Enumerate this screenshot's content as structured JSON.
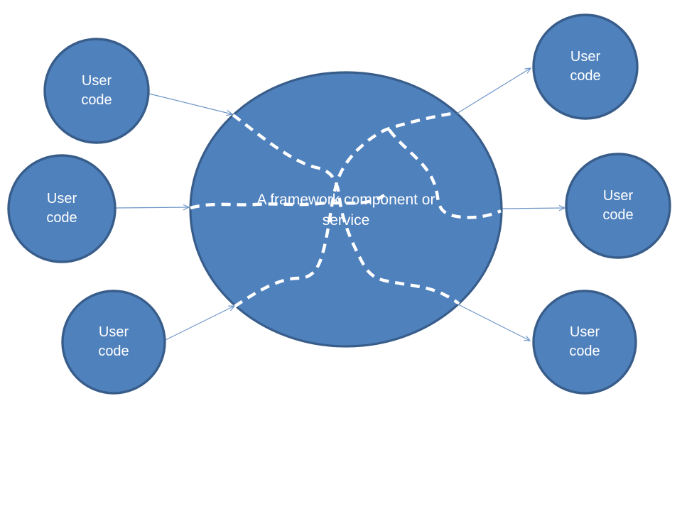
{
  "diagram": {
    "center_node": {
      "label": "A framework component or service"
    },
    "user_nodes": [
      {
        "id": "top-left",
        "label": "User code"
      },
      {
        "id": "middle-left",
        "label": "User code"
      },
      {
        "id": "bottom-left",
        "label": "User code"
      },
      {
        "id": "top-right",
        "label": "User code"
      },
      {
        "id": "middle-right",
        "label": "User code"
      },
      {
        "id": "bottom-right",
        "label": "User code"
      }
    ],
    "colors": {
      "node_fill": "#4f81bd",
      "node_border": "#385d8a",
      "connector": "#6e96c8",
      "internal_path": "#ffffff",
      "label_text": "#ffffff",
      "background": "#ffffff"
    }
  }
}
